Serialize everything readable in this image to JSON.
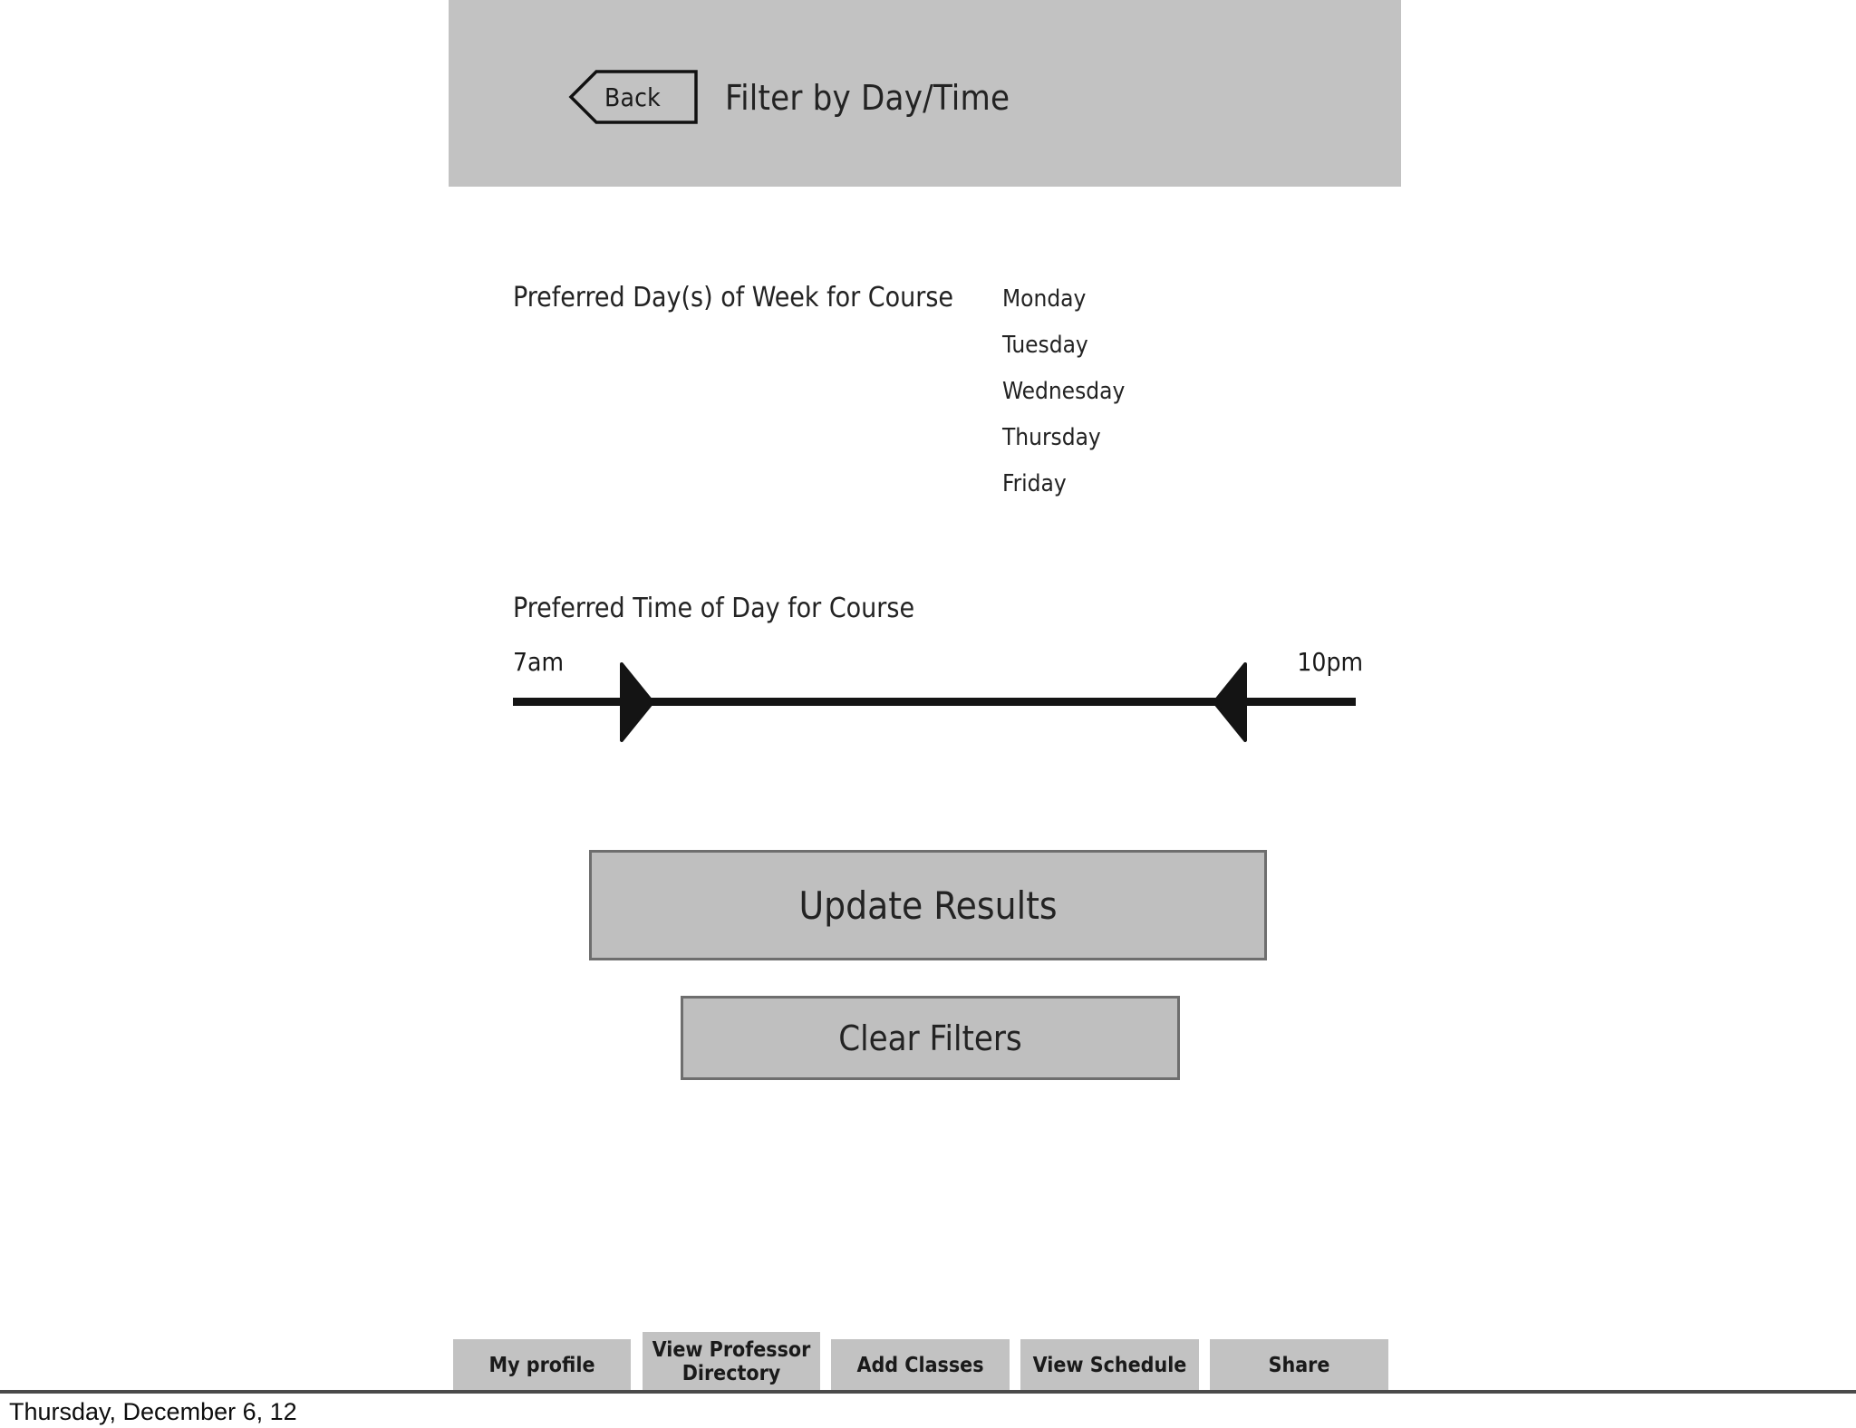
{
  "header": {
    "title": "Filter by Day/Time",
    "back_label": "Back",
    "background_color": "#c2c2c2"
  },
  "days_section": {
    "label": "Preferred Day(s) of Week for Course",
    "options": [
      {
        "label": "Monday"
      },
      {
        "label": "Tuesday"
      },
      {
        "label": "Wednesday"
      },
      {
        "label": "Thursday"
      },
      {
        "label": "Friday"
      }
    ]
  },
  "time_section": {
    "label": "Preferred Time of Day for Course",
    "min_label": "7am",
    "max_label": "10pm"
  },
  "actions": {
    "update_label": "Update Results",
    "clear_label": "Clear Filters",
    "button_fill": "#bfbfbf",
    "button_border": "#6e6e6e"
  },
  "bottom_nav": {
    "items": [
      {
        "label": "My profile"
      },
      {
        "label": "View Professor Directory"
      },
      {
        "label": "Add Classes"
      },
      {
        "label": "View Schedule"
      },
      {
        "label": "Share"
      }
    ]
  },
  "footer": {
    "date": "Thursday, December 6, 12"
  }
}
